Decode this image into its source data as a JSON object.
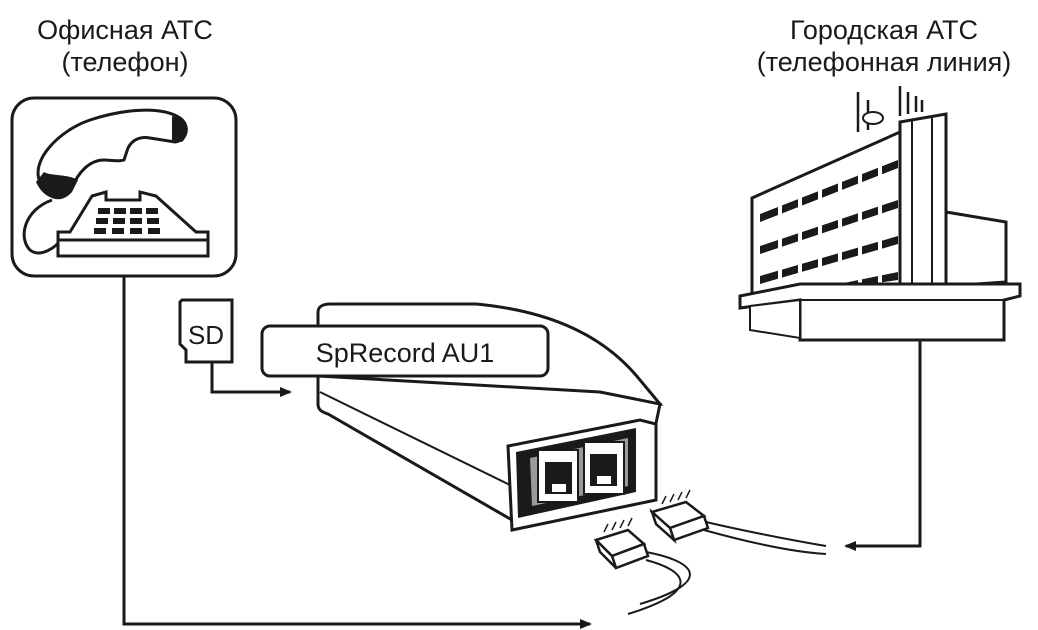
{
  "office": {
    "title": "Офисная АТС",
    "subtitle": "(телефон)"
  },
  "city": {
    "title": "Городская АТС",
    "subtitle": "(телефонная линия)"
  },
  "device": {
    "name": "SpRecord AU1"
  },
  "sd_card": {
    "label": "SD"
  },
  "icons": [
    "telephone-icon",
    "building-icon",
    "sd-card-icon",
    "recorder-device-icon",
    "rj11-plug-icon"
  ],
  "colors": {
    "ink": "#1a1a1a",
    "background": "#ffffff",
    "device_shade": "#9a9a9a"
  }
}
